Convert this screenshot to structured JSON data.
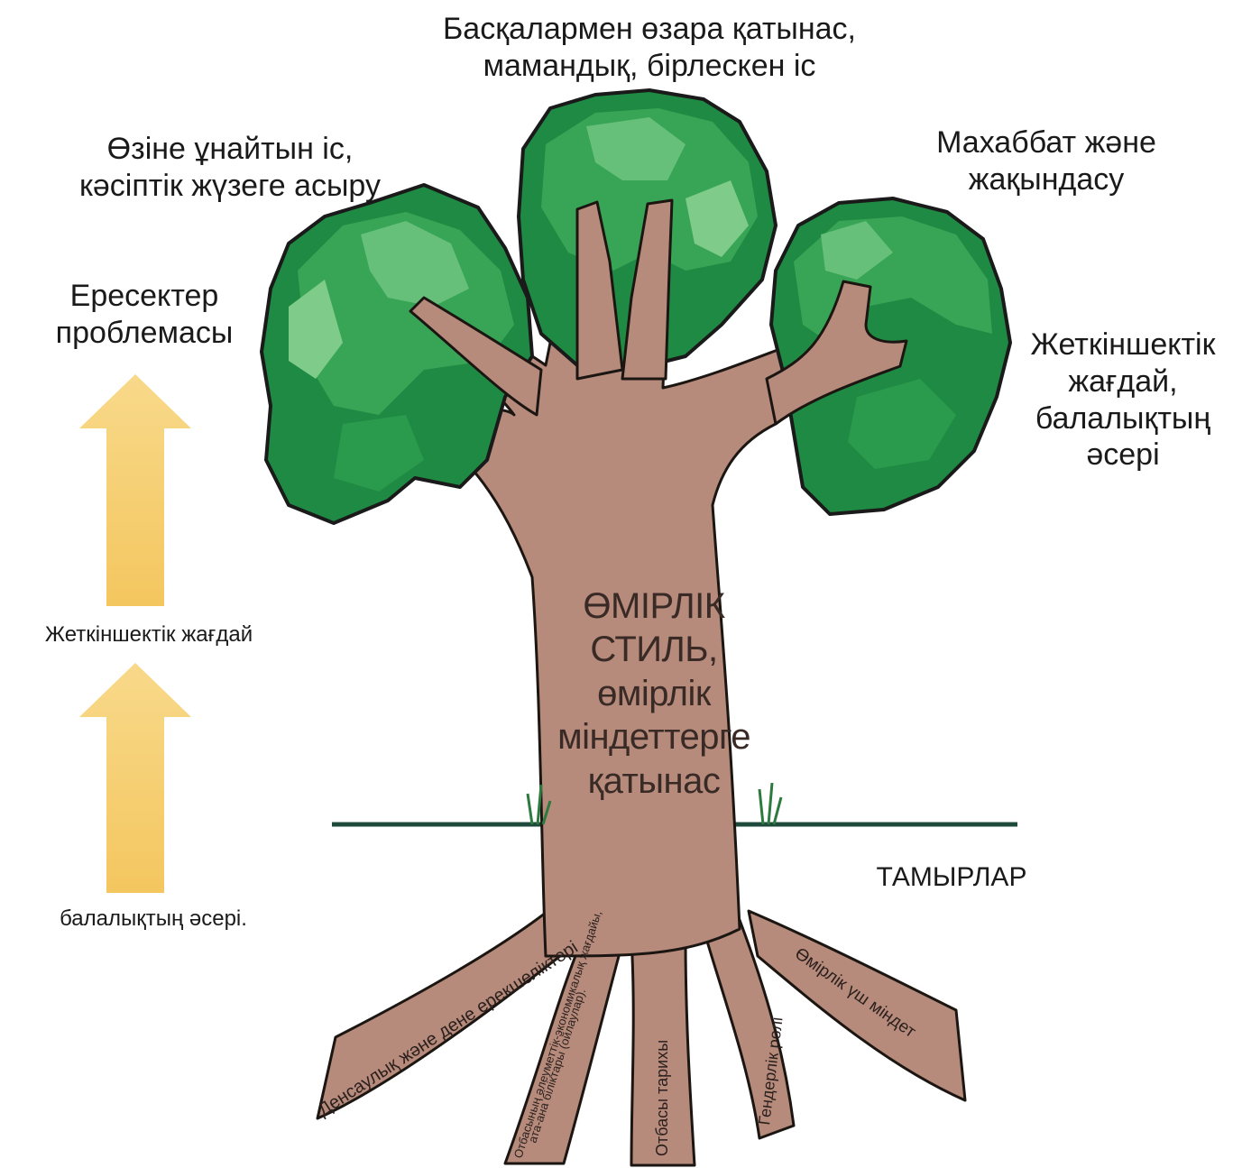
{
  "labels": {
    "top": "Басқалармен өзара қатынас,\nмамандық, бірлескен іс",
    "left_crown": "Өзіне ұнайтын іс,\nкәсіптік жүзеге асыру",
    "right_crown": "Махаббат және\nжақындасу",
    "adult_problems": "Ересектер\nпроблемасы",
    "adolescent_right": "Жеткіншектік\nжағдай,\nбалалықтың\nәсері",
    "adolescent_left": "Жеткіншектік жағдай",
    "childhood_influence": "балалықтың әсері.",
    "roots_title": "ТАМЫРЛАР"
  },
  "trunk": {
    "lines": [
      "ӨМІРЛІК",
      "СТИЛЬ,",
      "өмірлік",
      "міндеттерге",
      "қатынас"
    ]
  },
  "roots": {
    "health": "Денсаулық және дене ерекшеліктері",
    "family_values_1": "Отбасының әлеуметтік-экономикалық жағдайы,",
    "family_values_2": "ата-ана біліктары (ойлаулар).",
    "family_history": "Отбасы тарихы",
    "gender": "Гендерлік рөлі",
    "life_tasks": "Өмірлік үш міндет"
  },
  "colors": {
    "trunk": "#b68b7c",
    "trunk_outline": "#1c1612",
    "leaf_dark": "#1c8c45",
    "leaf_mid": "#2ea552",
    "leaf_light": "#5dbb6a",
    "arrow": "#f6cf72",
    "ground": "#1d4a3a"
  }
}
